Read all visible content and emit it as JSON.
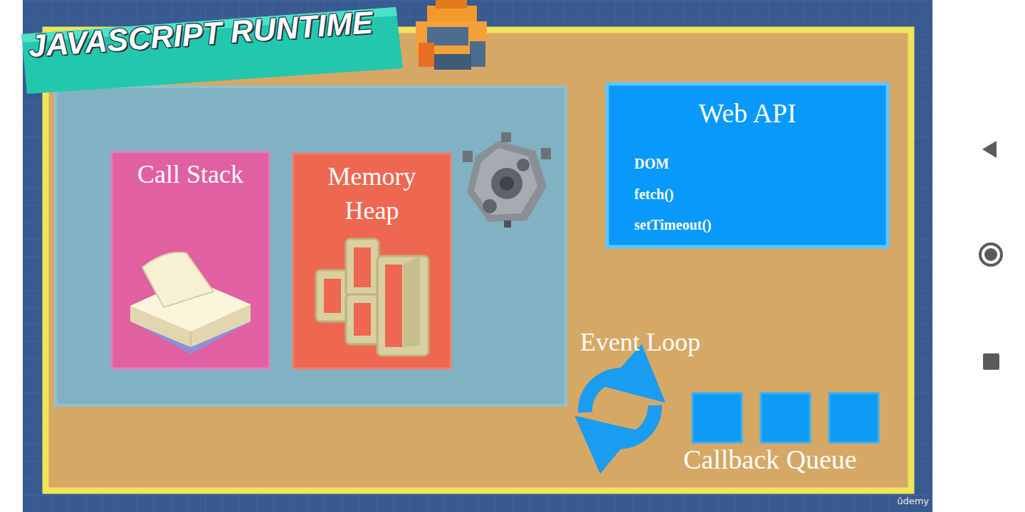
{
  "diagram": {
    "title": "JAVASCRIPT RUNTIME",
    "nodes": [
      {
        "text": [
          "Call Stack"
        ]
      },
      {
        "text": [
          "Memory Heap"
        ]
      },
      {
        "text": [
          "Web API",
          "DOM",
          "fetch()",
          "setTimeout()"
        ]
      }
    ],
    "labels": [
      "Event Loop",
      "Callback Queue",
      "ûdemy"
    ]
  }
}
